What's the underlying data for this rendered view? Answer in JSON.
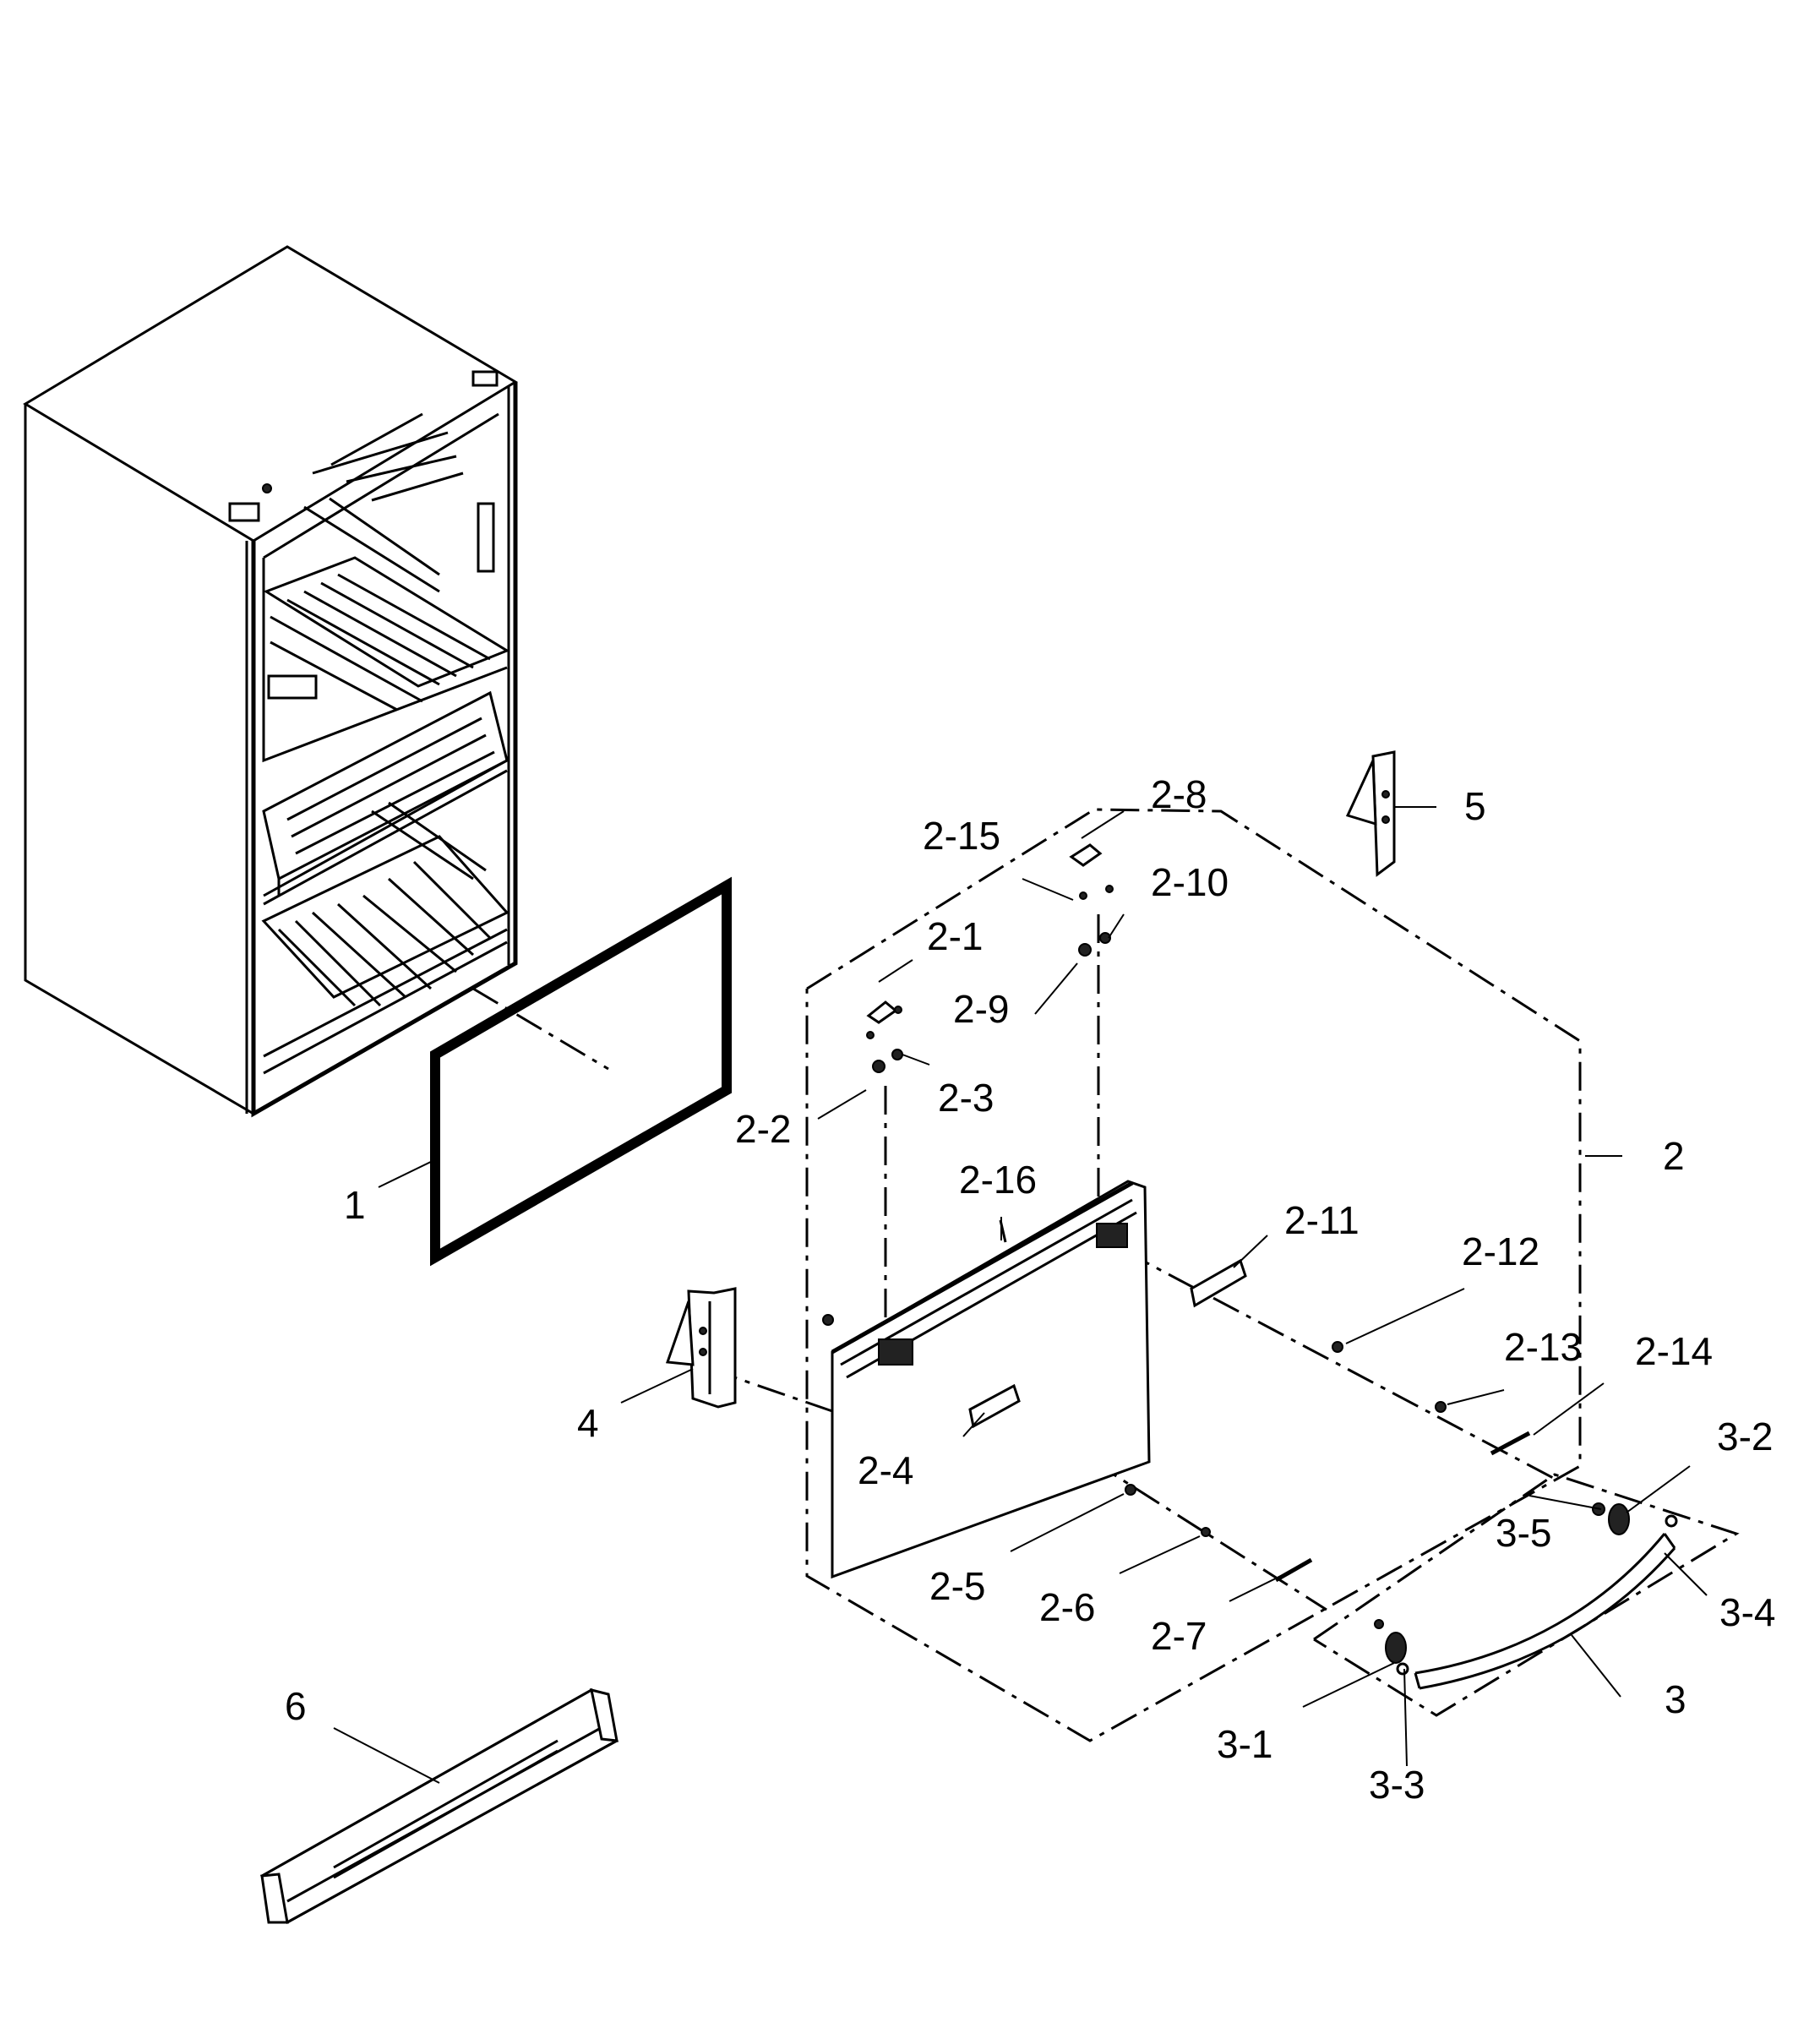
{
  "callouts": {
    "c1": "1",
    "c2": "2",
    "c2_1": "2-1",
    "c2_2": "2-2",
    "c2_3": "2-3",
    "c2_4": "2-4",
    "c2_5": "2-5",
    "c2_6": "2-6",
    "c2_7": "2-7",
    "c2_8": "2-8",
    "c2_9": "2-9",
    "c2_10": "2-10",
    "c2_11": "2-11",
    "c2_12": "2-12",
    "c2_13": "2-13",
    "c2_14": "2-14",
    "c2_15": "2-15",
    "c2_16": "2-16",
    "c3": "3",
    "c3_1": "3-1",
    "c3_2": "3-2",
    "c3_3": "3-3",
    "c3_4": "3-4",
    "c3_5": "3-5",
    "c4": "4",
    "c5": "5",
    "c6": "6"
  }
}
